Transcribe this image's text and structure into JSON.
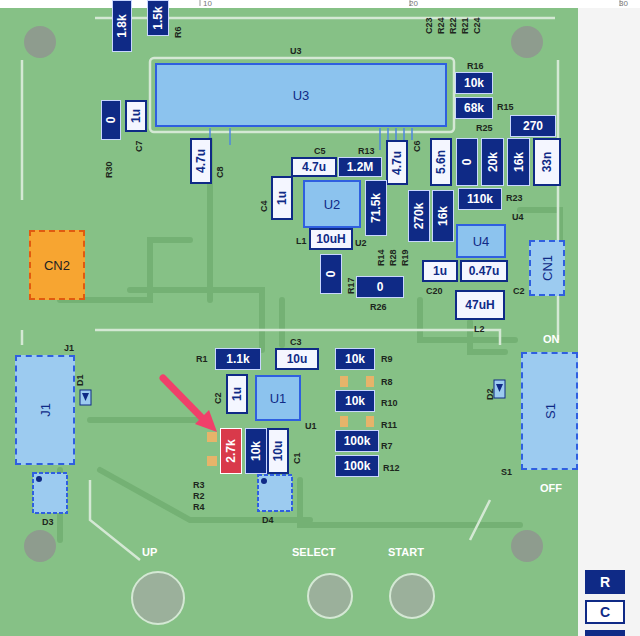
{
  "diagram": {
    "nodes": [
      {
        "text": [
          "1.8k"
        ]
      },
      {
        "text": [
          "1.5k"
        ]
      },
      {
        "text": [
          "U3"
        ]
      },
      {
        "text": [
          "10k"
        ]
      },
      {
        "text": [
          "68k"
        ]
      },
      {
        "text": [
          "0"
        ]
      },
      {
        "text": [
          "1u"
        ]
      },
      {
        "text": [
          "270"
        ]
      },
      {
        "text": [
          "4.7u"
        ]
      },
      {
        "text": [
          "4.7u"
        ]
      },
      {
        "text": [
          "1.2M"
        ]
      },
      {
        "text": [
          "4.7u"
        ]
      },
      {
        "text": [
          "5.6n"
        ]
      },
      {
        "text": [
          "0"
        ]
      },
      {
        "text": [
          "20k"
        ]
      },
      {
        "text": [
          "16k"
        ]
      },
      {
        "text": [
          "33n"
        ]
      },
      {
        "text": [
          "1u"
        ]
      },
      {
        "text": [
          "U2"
        ]
      },
      {
        "text": [
          "71.5k"
        ]
      },
      {
        "text": [
          "270k"
        ]
      },
      {
        "text": [
          "16k"
        ]
      },
      {
        "text": [
          "110k"
        ]
      },
      {
        "text": [
          "10uH"
        ]
      },
      {
        "text": [
          "U4"
        ]
      },
      {
        "text": [
          "0"
        ]
      },
      {
        "text": [
          "CN2"
        ]
      },
      {
        "text": [
          "1u"
        ]
      },
      {
        "text": [
          "0.47u"
        ]
      },
      {
        "text": [
          "CN1"
        ]
      },
      {
        "text": [
          "0"
        ]
      },
      {
        "text": [
          "47uH"
        ]
      },
      {
        "text": [
          "1.1k"
        ]
      },
      {
        "text": [
          "10u"
        ]
      },
      {
        "text": [
          "10k"
        ]
      },
      {
        "text": [
          "J1"
        ]
      },
      {
        "text": [
          "1u"
        ]
      },
      {
        "text": [
          "U1"
        ]
      },
      {
        "text": [
          "10k"
        ]
      },
      {
        "text": [
          "S1"
        ]
      },
      {
        "text": [
          "2.7k"
        ]
      },
      {
        "text": [
          "10k"
        ]
      },
      {
        "text": [
          "10u"
        ]
      },
      {
        "text": [
          "100k"
        ]
      },
      {
        "text": [
          "100k"
        ]
      }
    ],
    "labels": [
      "10",
      "20",
      "30",
      "R6",
      "C23",
      "R24",
      "R22",
      "R21",
      "C24",
      "U3",
      "R16",
      "R15",
      "R25",
      "R30",
      "C7",
      "C8",
      "C5",
      "R13",
      "C6",
      "C4",
      "L1",
      "U2",
      "R14",
      "R17",
      "R28",
      "R19",
      "R26",
      "R23",
      "U4",
      "C20",
      "C2",
      "L2",
      "J1",
      "D1",
      "R1",
      "C3",
      "R9",
      "R8",
      "R10",
      "R11",
      "R7",
      "R12",
      "C2",
      "U1",
      "C1",
      "R3",
      "R2",
      "R4",
      "D3",
      "D4",
      "ON",
      "OFF",
      "S1",
      "D2",
      "UP",
      "SELECT",
      "START"
    ],
    "legend": [
      {
        "text": "R",
        "color": "#0f2a86"
      },
      {
        "text": "C",
        "color": "#ffffff"
      }
    ]
  }
}
